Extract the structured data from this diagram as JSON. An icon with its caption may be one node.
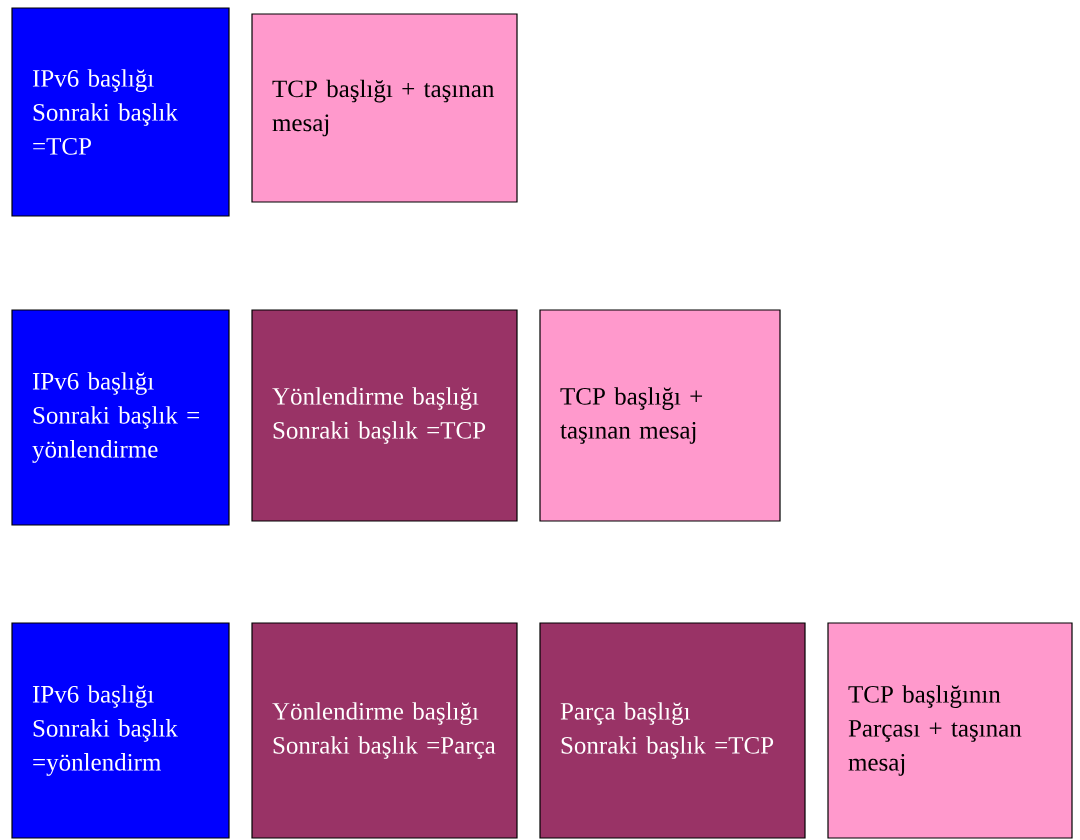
{
  "diagram": {
    "nodes": [
      {
        "text": [
          "IPv6 başlığı",
          "Sonraki başlık =TCP"
        ]
      },
      {
        "text": [
          "TCP başlığı + taşınan mesaj"
        ]
      },
      {
        "text": [
          "IPv6 başlığı",
          "Sonraki başlık = yönlendirme"
        ]
      },
      {
        "text": [
          "Yönlendirme başlığı",
          "Sonraki başlık =TCP"
        ]
      },
      {
        "text": [
          "TCP başlığı + taşınan mesaj"
        ]
      },
      {
        "text": [
          "IPv6 başlığı",
          "Sonraki başlık =yönlendirm"
        ]
      },
      {
        "text": [
          "Yönlendirme başlığı",
          "Sonraki başlık =Parça"
        ]
      },
      {
        "text": [
          "Parça başlığı",
          "Sonraki başlık =TCP"
        ]
      },
      {
        "text": [
          "TCP başlığının Parçası + taşınan mesaj"
        ]
      }
    ]
  }
}
